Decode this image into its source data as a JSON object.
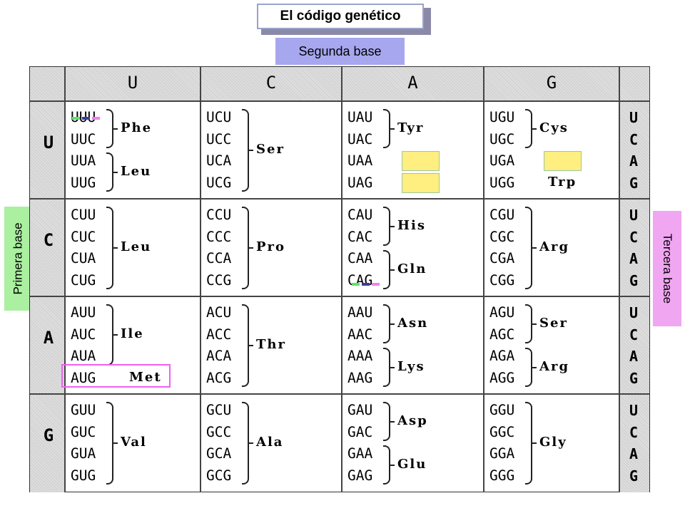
{
  "title": "El código genético",
  "labels": {
    "second": "Segunda base",
    "first": "Primera base",
    "third": "Tercera base"
  },
  "bases": [
    "U",
    "C",
    "A",
    "G"
  ],
  "third_bases": [
    "U",
    "C",
    "A",
    "G"
  ],
  "colors": {
    "title_border": "#9aa3c8",
    "segunda": "#a7a7ef",
    "primera": "#aaf0a0",
    "tercera": "#f0a6f0",
    "stop_box": "#ffee80",
    "met_highlight": "#f060f0",
    "mark_green": "#5fe06a",
    "mark_blue": "#3a3aa0",
    "mark_pink": "#f080f0"
  },
  "rows": [
    {
      "first": "U",
      "cells": [
        {
          "codons": [
            "UUU",
            "UUC",
            "UUA",
            "UUG"
          ],
          "groups": [
            {
              "aa": "Phe",
              "from": 0,
              "to": 1
            },
            {
              "aa": "Leu",
              "from": 2,
              "to": 3
            }
          ]
        },
        {
          "codons": [
            "UCU",
            "UCC",
            "UCA",
            "UCG"
          ],
          "groups": [
            {
              "aa": "Ser",
              "from": 0,
              "to": 3
            }
          ]
        },
        {
          "codons": [
            "UAU",
            "UAC",
            "UAA",
            "UAG"
          ],
          "groups": [
            {
              "aa": "Tyr",
              "from": 0,
              "to": 1
            }
          ],
          "stops": [
            2,
            3
          ]
        },
        {
          "codons": [
            "UGU",
            "UGC",
            "UGA",
            "UGG"
          ],
          "groups": [
            {
              "aa": "Cys",
              "from": 0,
              "to": 1
            },
            {
              "aa": "Trp",
              "from": 3,
              "to": 3,
              "plain": true
            }
          ],
          "stops": [
            2
          ]
        }
      ]
    },
    {
      "first": "C",
      "cells": [
        {
          "codons": [
            "CUU",
            "CUC",
            "CUA",
            "CUG"
          ],
          "groups": [
            {
              "aa": "Leu",
              "from": 0,
              "to": 3
            }
          ]
        },
        {
          "codons": [
            "CCU",
            "CCC",
            "CCA",
            "CCG"
          ],
          "groups": [
            {
              "aa": "Pro",
              "from": 0,
              "to": 3
            }
          ]
        },
        {
          "codons": [
            "CAU",
            "CAC",
            "CAA",
            "CAG"
          ],
          "groups": [
            {
              "aa": "His",
              "from": 0,
              "to": 1
            },
            {
              "aa": "Gln",
              "from": 2,
              "to": 3
            }
          ]
        },
        {
          "codons": [
            "CGU",
            "CGC",
            "CGA",
            "CGG"
          ],
          "groups": [
            {
              "aa": "Arg",
              "from": 0,
              "to": 3
            }
          ]
        }
      ]
    },
    {
      "first": "A",
      "cells": [
        {
          "codons": [
            "AUU",
            "AUC",
            "AUA",
            "AUG"
          ],
          "groups": [
            {
              "aa": "Ile",
              "from": 0,
              "to": 2
            },
            {
              "aa": "Met",
              "from": 3,
              "to": 3,
              "plain": true
            }
          ]
        },
        {
          "codons": [
            "ACU",
            "ACC",
            "ACA",
            "ACG"
          ],
          "groups": [
            {
              "aa": "Thr",
              "from": 0,
              "to": 3
            }
          ]
        },
        {
          "codons": [
            "AAU",
            "AAC",
            "AAA",
            "AAG"
          ],
          "groups": [
            {
              "aa": "Asn",
              "from": 0,
              "to": 1
            },
            {
              "aa": "Lys",
              "from": 2,
              "to": 3
            }
          ]
        },
        {
          "codons": [
            "AGU",
            "AGC",
            "AGA",
            "AGG"
          ],
          "groups": [
            {
              "aa": "Ser",
              "from": 0,
              "to": 1
            },
            {
              "aa": "Arg",
              "from": 2,
              "to": 3
            }
          ]
        }
      ]
    },
    {
      "first": "G",
      "cells": [
        {
          "codons": [
            "GUU",
            "GUC",
            "GUA",
            "GUG"
          ],
          "groups": [
            {
              "aa": "Val",
              "from": 0,
              "to": 3
            }
          ]
        },
        {
          "codons": [
            "GCU",
            "GCC",
            "GCA",
            "GCG"
          ],
          "groups": [
            {
              "aa": "Ala",
              "from": 0,
              "to": 3
            }
          ]
        },
        {
          "codons": [
            "GAU",
            "GAC",
            "GAA",
            "GAG"
          ],
          "groups": [
            {
              "aa": "Asp",
              "from": 0,
              "to": 1
            },
            {
              "aa": "Glu",
              "from": 2,
              "to": 3
            }
          ]
        },
        {
          "codons": [
            "GGU",
            "GGC",
            "GGA",
            "GGG"
          ],
          "groups": [
            {
              "aa": "Gly",
              "from": 0,
              "to": 3
            }
          ]
        }
      ]
    }
  ]
}
